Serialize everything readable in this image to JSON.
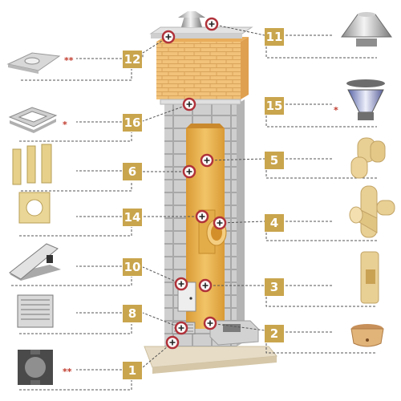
{
  "callouts": [
    {
      "number": "12",
      "note": "**"
    },
    {
      "number": "16",
      "note": "*"
    },
    {
      "number": "6",
      "note": ""
    },
    {
      "number": "14",
      "note": ""
    },
    {
      "number": "10",
      "note": ""
    },
    {
      "number": "8",
      "note": ""
    },
    {
      "number": "1",
      "note": "**"
    },
    {
      "number": "11",
      "note": ""
    },
    {
      "number": "15",
      "note": "*"
    },
    {
      "number": "5",
      "note": ""
    },
    {
      "number": "4",
      "note": ""
    },
    {
      "number": "3",
      "note": ""
    },
    {
      "number": "2",
      "note": ""
    }
  ],
  "colors": {
    "badge": "#c9a54d",
    "leader": "#555555",
    "marker_ring": "#b0323a",
    "brick": "#f2c27a",
    "block": "#c9c9c9",
    "liner": "#e9b04f",
    "note": "#c0392b"
  }
}
